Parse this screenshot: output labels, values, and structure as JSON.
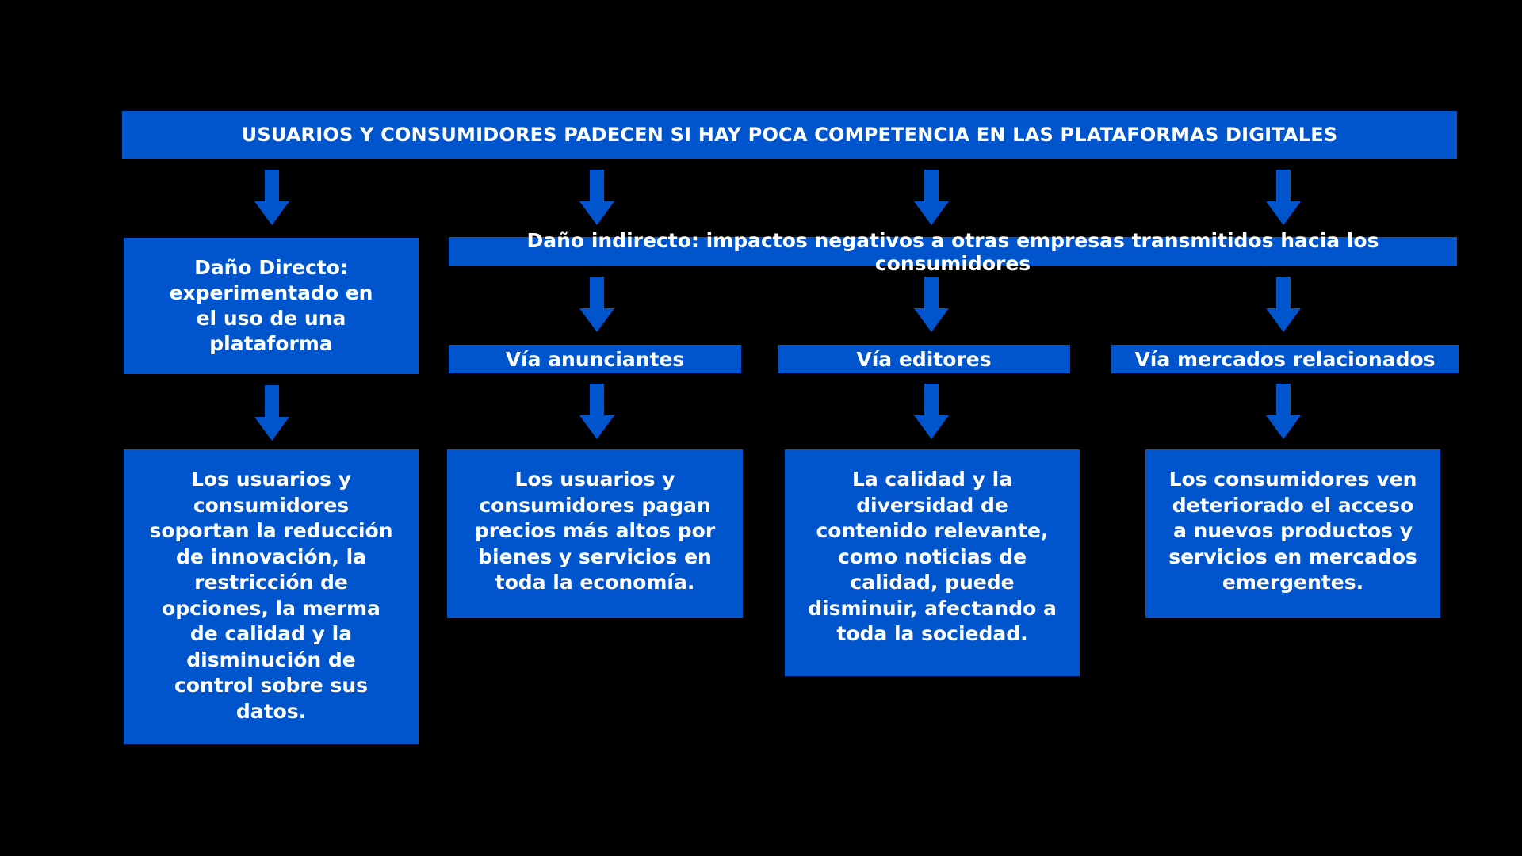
{
  "diagram": {
    "title": "USUARIOS Y CONSUMIDORES PADECEN SI HAY POCA COMPETENCIA EN LAS PLATAFORMAS DIGITALES",
    "direct_harm": "Daño Directo: experimentado en el uso de una plataforma",
    "indirect_harm": "Daño indirecto: impactos negativos a otras empresas transmitidos hacia los consumidores",
    "channels": [
      {
        "label": "Vía anunciantes"
      },
      {
        "label": "Vía editores"
      },
      {
        "label": "Vía mercados relacionados"
      }
    ],
    "results": [
      {
        "text": "Los usuarios y consumidores soportan la reducción de innovación, la restricción de opciones, la merma de calidad y la disminución de control sobre sus datos."
      },
      {
        "text": "Los usuarios y consumidores pagan precios más altos por bienes y servicios en toda la economía."
      },
      {
        "text": "La calidad y la diversidad de contenido relevante, como noticias de calidad, puede disminuir, afectando a toda la sociedad."
      },
      {
        "text": "Los consumidores ven deteriorado el acceso a nuevos productos y servicios en mercados emergentes."
      }
    ],
    "colors": {
      "background": "#000000",
      "box_fill": "#0055cc",
      "arrow_fill": "#0055cc",
      "text": "#ffffff"
    },
    "arrow_icon": "arrow-down-icon"
  }
}
